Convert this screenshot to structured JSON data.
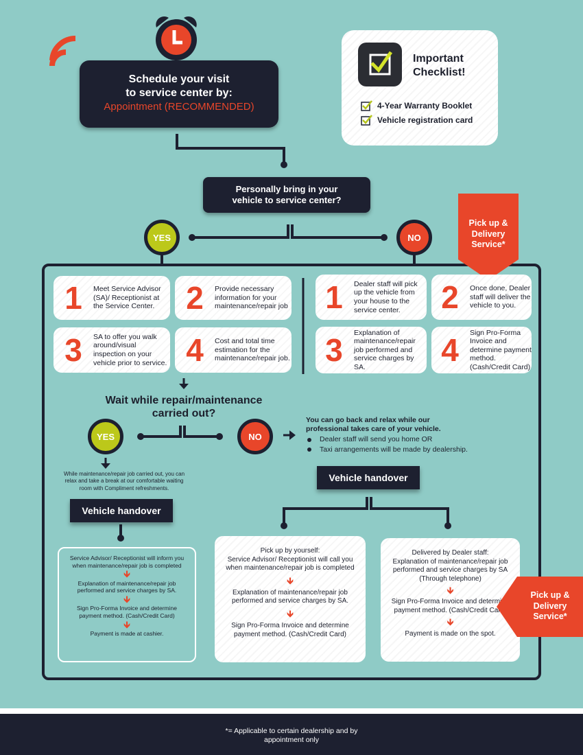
{
  "header": {
    "schedule_line1": "Schedule your visit",
    "schedule_line2": "to service center by:",
    "schedule_line3": "Appointment (RECOMMENDED)"
  },
  "checklist": {
    "title_line1": "Important",
    "title_line2": "Checklist!",
    "items": [
      "4-Year Warranty Booklet",
      "Vehicle registration card"
    ]
  },
  "question1": {
    "line1": "Personally bring in your",
    "line2": "vehicle to service center?"
  },
  "yes_label": "YES",
  "no_label": "NO",
  "pickup_tab": {
    "line1": "Pick up &",
    "line2": "Delivery",
    "line3": "Service*"
  },
  "left_steps": [
    {
      "num": "1",
      "text": "Meet Service Advisor (SA)/ Receptionist at the Service Center."
    },
    {
      "num": "2",
      "text": "Provide necessary information for your maintenance/repair job"
    },
    {
      "num": "3",
      "text": "SA to offer you walk around/visual inspection on your vehicle prior to service."
    },
    {
      "num": "4",
      "text": "Cost and total time estimation for the maintenance/repair job."
    }
  ],
  "right_steps": [
    {
      "num": "1",
      "text": "Dealer staff will pick up the vehicle from your house to the service center."
    },
    {
      "num": "2",
      "text": "Once done, Dealer staff will deliver the vehicle to you."
    },
    {
      "num": "3",
      "text": "Explanation of maintenance/repair job performed and service charges by SA."
    },
    {
      "num": "4",
      "text": "Sign Pro-Forma Invoice and determine payment method. (Cash/Credit Card)"
    }
  ],
  "question2": {
    "line1": "Wait while repair/maintenance",
    "line2": "carried out?"
  },
  "no_info": {
    "line1": "You can go back and relax while our",
    "line2": "professional takes care of your vehicle.",
    "bullets": [
      "Dealer staff will send you home OR",
      "Taxi arrangements will be made by dealership."
    ]
  },
  "wait_text": "While maintenance/repair job carried out, you can relax and take a break at our comfortable waiting room with Compliment refreshments.",
  "handover_label": "Vehicle handover",
  "box_left": [
    "Service Advisor/ Receptionist will inform you when maintenance/repair job is completed",
    "Explanation of maintenance/repair job performed and service charges by SA.",
    "Sign Pro-Forma Invoice and determine payment method. (Cash/Credit Card)",
    "Payment is made at cashier."
  ],
  "box_mid": [
    "Pick up by yourself:",
    "Service Advisor/ Receptionist will call you when maintenance/repair job is completed",
    "Explanation of maintenance/repair job performed and service charges by SA.",
    "Sign Pro-Forma Invoice and determine payment method. (Cash/Credit Card)"
  ],
  "box_right": [
    "Delivered by Dealer staff:",
    "Explanation of maintenance/repair job performed and service charges by SA (Through telephone)",
    "Sign Pro-Forma Invoice and determine payment method. (Cash/Credit Card)",
    "Payment is made on the spot."
  ],
  "footer": {
    "line1": "*= Applicable to certain dealership and by",
    "line2": "appointment only"
  },
  "colors": {
    "background": "#8fcbc6",
    "dark": "#1d2030",
    "accent": "#e8462a",
    "yes": "#bcc81a"
  },
  "icons": [
    "alarm-clock-icon",
    "signal-icon",
    "checkbox-icon",
    "arrow-down-icon",
    "arrow-right-icon"
  ]
}
